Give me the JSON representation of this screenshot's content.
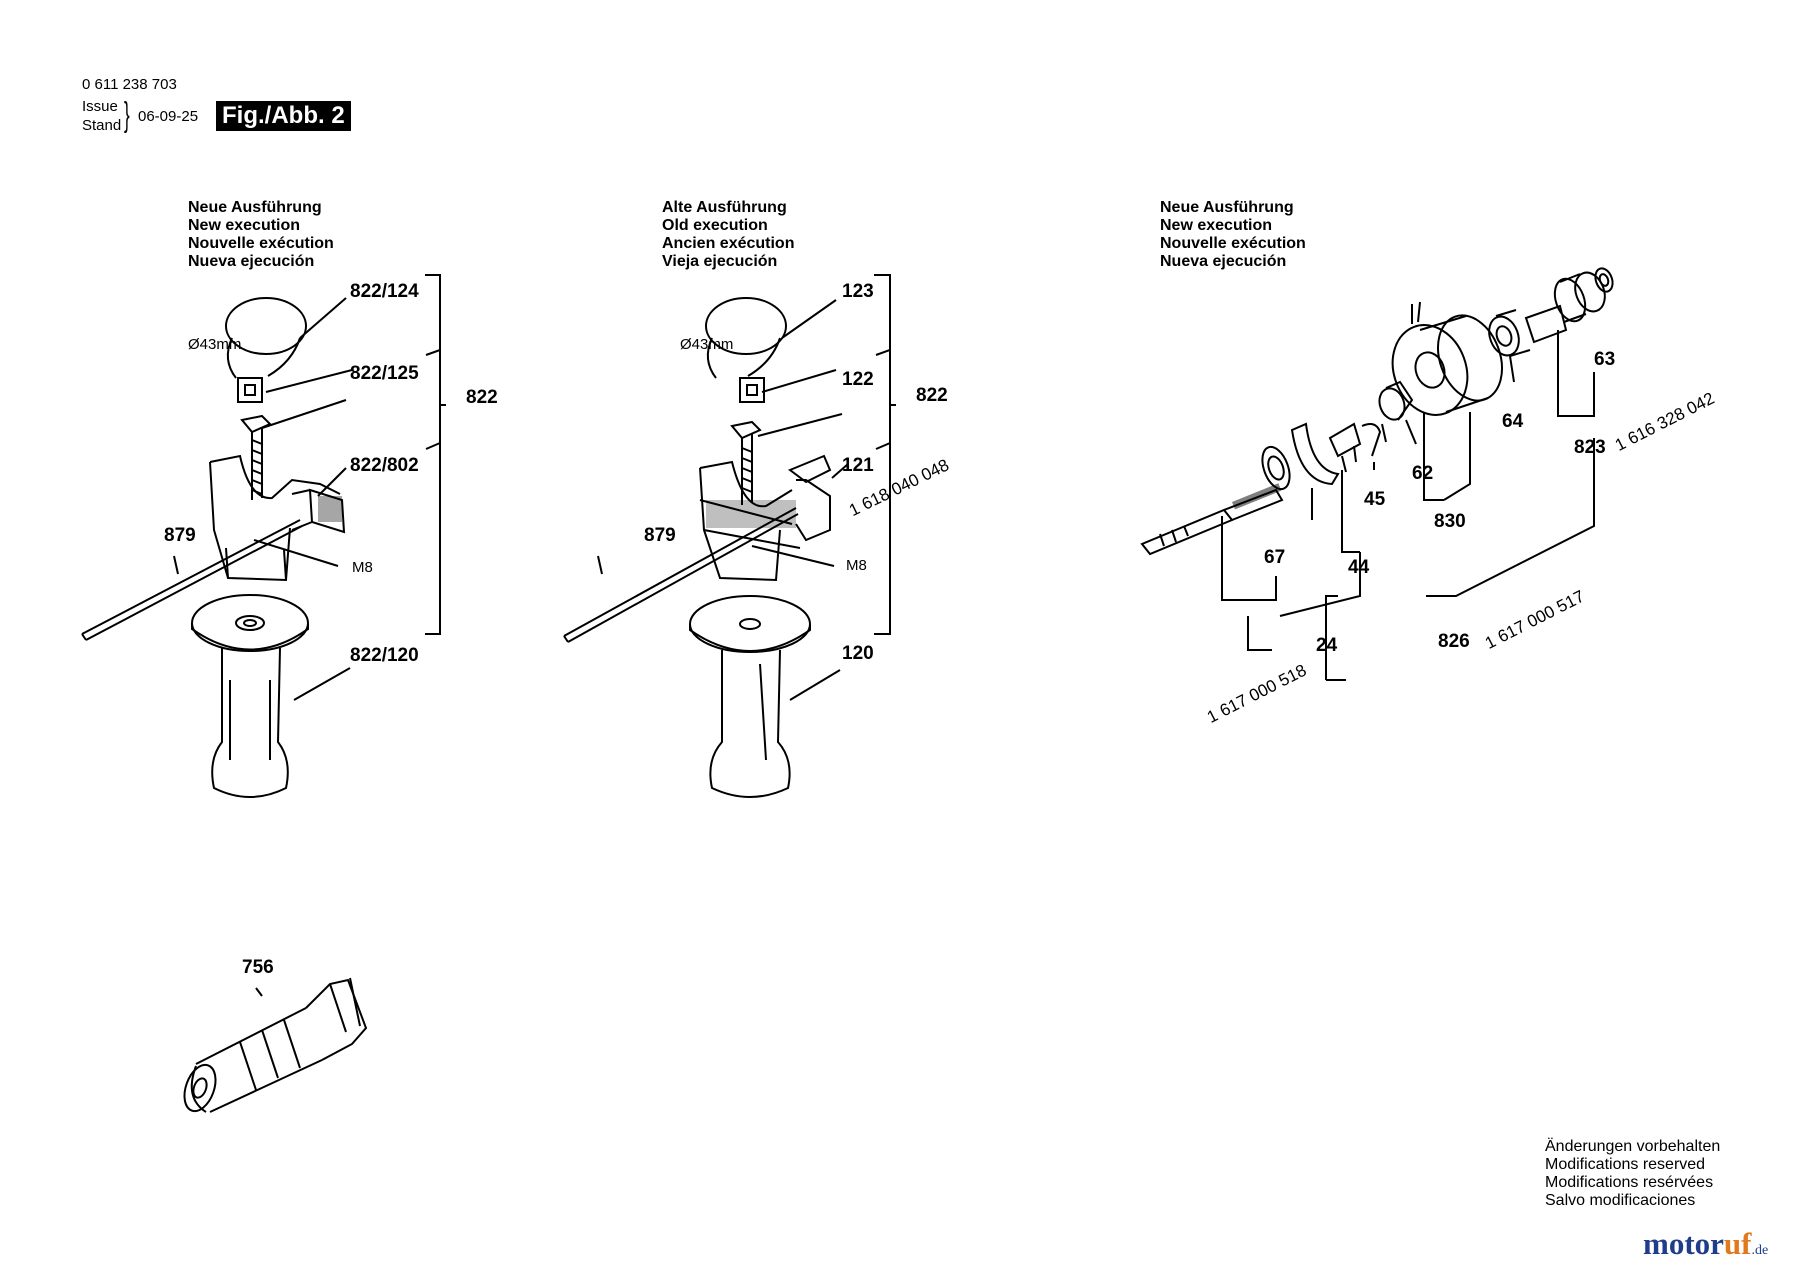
{
  "header": {
    "doc_number": "0 611 238 703",
    "issue_label": "Issue",
    "stand_label": "Stand",
    "bracket": "}",
    "date": "06-09-25",
    "figure_label": "Fig./Abb. 2"
  },
  "sections": {
    "left": {
      "lines": [
        "Neue Ausführung",
        "New execution",
        "Nouvelle exécution",
        "Nueva ejecución"
      ]
    },
    "middle": {
      "lines": [
        "Alte Ausführung",
        "Old execution",
        "Ancien exécution",
        "Vieja ejecución"
      ]
    },
    "right": {
      "lines": [
        "Neue Ausführung",
        "New execution",
        "Nouvelle exécution",
        "Nueva ejecución"
      ]
    }
  },
  "left_labels": {
    "p822_124": "822/124",
    "p822_125": "822/125",
    "p822_802": "822/802",
    "p822": "822",
    "p879": "879",
    "p822_120": "822/120",
    "dia": "Ø43mm",
    "m8": "M8"
  },
  "middle_labels": {
    "p123": "123",
    "p122": "122",
    "p121": "121",
    "p822": "822",
    "p879": "879",
    "p120": "120",
    "dia": "Ø43mm",
    "m8": "M8",
    "kit": "1 618 040 048"
  },
  "right_labels": {
    "p63": "63",
    "p64": "64",
    "p62": "62",
    "p830": "830",
    "p45": "45",
    "p44": "44",
    "p67": "67",
    "p823": "823",
    "p24": "24",
    "p826": "826",
    "kit_823": "1 616 328 042",
    "kit_24": "1 617 000 518",
    "kit_826": "1 617 000 517"
  },
  "chuck_label": "756",
  "modifications": [
    "Änderungen vorbehalten",
    "Modifications reserved",
    "Modifications resérvées",
    "Salvo modificaciones"
  ],
  "watermark": {
    "text": "motoruf",
    "suffix": ".de",
    "color_a": "#1f3d8a",
    "color_b": "#e07a1c"
  }
}
